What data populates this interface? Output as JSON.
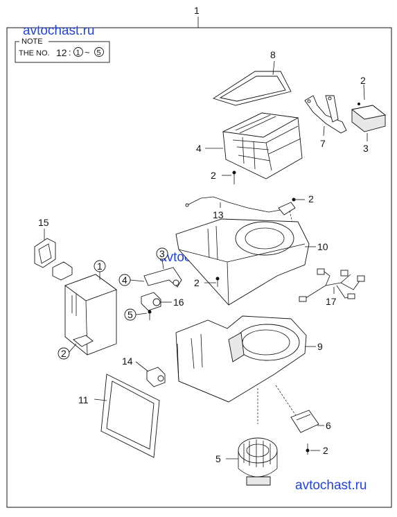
{
  "title_number": "1",
  "note": {
    "heading": "NOTE",
    "prefix": "THE NO.",
    "assembly": "12",
    "sep": ":",
    "range_from": "1",
    "tilde": "~",
    "range_to": "5"
  },
  "watermarks": [
    "avtochast.ru",
    "avtochast.ru",
    "avtochast.ru"
  ],
  "callouts": {
    "c2a": "2",
    "c3a": "3",
    "c7": "7",
    "c8": "8",
    "c4a": "4",
    "c2b": "2",
    "c13": "13",
    "c2c": "2",
    "c10": "10",
    "c15": "15",
    "c1": "1",
    "c3b": "3",
    "c4b": "4",
    "c2d": "2",
    "c16": "16",
    "c5a": "5",
    "c17": "17",
    "c2e": "2",
    "c9": "9",
    "c14": "14",
    "c11": "11",
    "c6": "6",
    "c5b": "5",
    "c2f": "2"
  }
}
